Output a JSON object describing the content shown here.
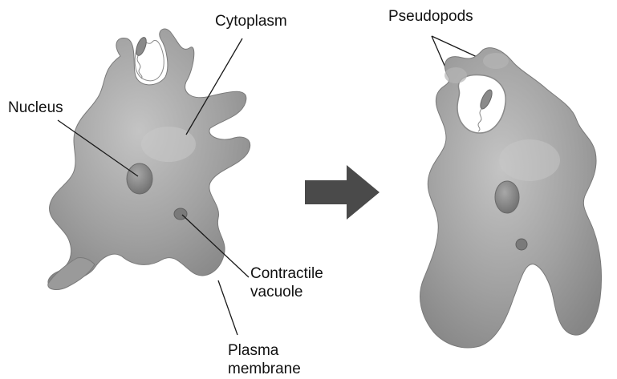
{
  "labels": {
    "cytoplasm": "Cytoplasm",
    "nucleus": "Nucleus",
    "contractile_vacuole_line1": "Contractile",
    "contractile_vacuole_line2": "vacuole",
    "plasma_membrane_line1": "Plasma",
    "plasma_membrane_line2": "membrane",
    "pseudopods": "Pseudopods"
  },
  "colors": {
    "cell_body": "#9a9a9a",
    "cell_highlight": "#c9c9c9",
    "organelle": "#7e7e7e",
    "food_vacuole": "#ffffff",
    "bacterium": "#8a8a8a",
    "arrow": "#4a4a4a",
    "leader_line": "#1a1a1a"
  },
  "icons": {
    "process_arrow": "right-arrow-icon"
  }
}
